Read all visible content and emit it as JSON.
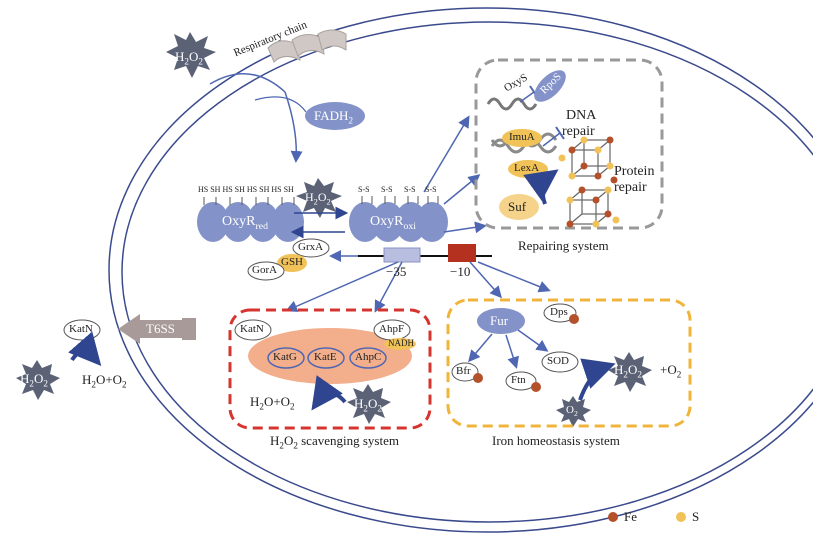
{
  "labels": {
    "respiratory_chain": "Respiratory chain",
    "fadh2": "FADH",
    "fadh2_sub": "2",
    "h2o2": "H",
    "two": "2",
    "o": "O",
    "oxyr_red": "OxyR",
    "oxyr_red_sub": "red",
    "oxyr_oxi": "OxyR",
    "oxyr_oxi_sub": "oxi",
    "hs_sh": "HS SH HS SH HS SH HS SH",
    "ss": "S-S",
    "grxa": "GrxA",
    "gsh": "GSH",
    "gora": "GorA",
    "minus35": "−35",
    "minus10": "−10",
    "oxys": "OxyS",
    "rpos": "RpoS",
    "dna_repair_1": "DNA",
    "dna_repair_2": "repair",
    "imua": "ImuA",
    "lexa": "LexA",
    "protein_repair_1": "Protein",
    "protein_repair_2": "repair",
    "suf": "Suf",
    "repairing_system": "Repairing system",
    "katn": "KatN",
    "t6ss": "T6SS",
    "ahpf": "AhpF",
    "nadh": "NADH",
    "katg": "KatG",
    "kate": "KatE",
    "ahpc": "AhpC",
    "h2o_o2": "H",
    "h2o_o2_rest": "O+O",
    "scavenging_system": "O",
    "scavenging_system_rest": " scavenging system",
    "fur": "Fur",
    "dps": "Dps",
    "bfr": "Bfr",
    "ftn": "Ftn",
    "sod": "SOD",
    "o2_minus": "O",
    "plus_o2": "+O",
    "iron_system": "Iron homeostasis system",
    "fe": "Fe",
    "s": "S"
  },
  "colors": {
    "protein": "#8392c8",
    "arrow": "#4f67b2",
    "star": "#5b6275",
    "red_box": "#d6342f",
    "orange_box": "#f0b43a",
    "grey_box": "#999999",
    "salmon": "#f3ae8c",
    "fe": "#b4502a",
    "s": "#f1c257"
  }
}
